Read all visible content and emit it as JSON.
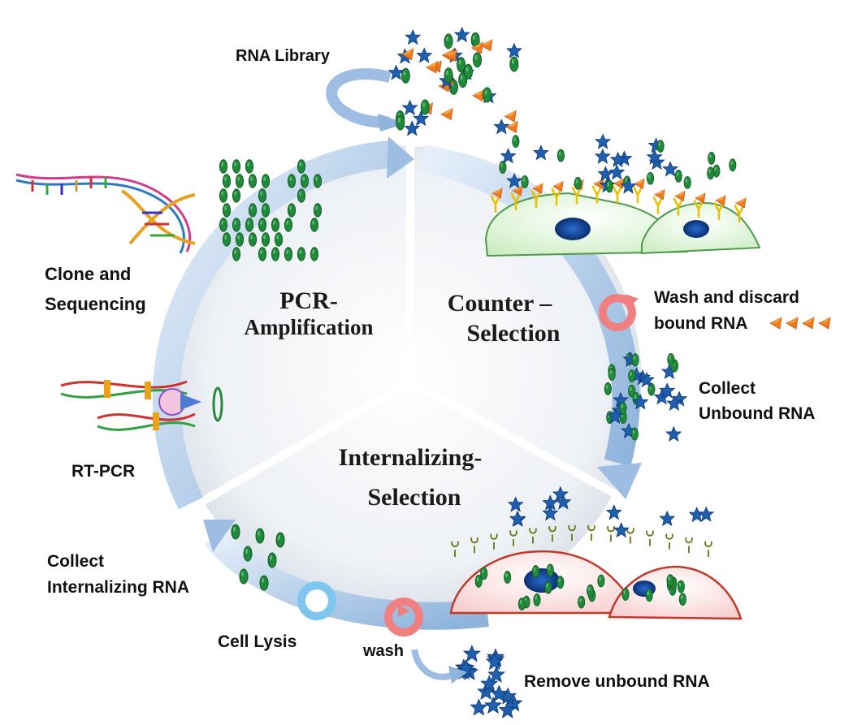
{
  "stages": {
    "pcr": {
      "line1": "PCR-",
      "line2": "Amplification"
    },
    "counter": {
      "line1": "Counter –",
      "line2": "Selection"
    },
    "internal": {
      "line1": "Internalizing-",
      "line2": "Selection"
    }
  },
  "labels": {
    "rna_library": "RNA Library",
    "clone_line1": "Clone and",
    "clone_line2": "Sequencing",
    "rt_pcr": "RT-PCR",
    "wash_discard_line1": "Wash and discard",
    "wash_discard_line2": "bound RNA",
    "collect_unbound_line1": "Collect",
    "collect_unbound_line2": "Unbound RNA",
    "collect_internal_line1": "Collect",
    "collect_internal_line2": "Internalizing  RNA",
    "cell_lysis": "Cell Lysis",
    "wash": "wash",
    "remove_unbound": "Remove unbound RNA"
  },
  "colors": {
    "arrow": "#a9c6e6",
    "rna_green": "#1f8a3a",
    "star_blue": "#1f5fae",
    "triangle_orange": "#f07a1f",
    "control_cell": "#dff3d9",
    "target_cell": "#fbe3e3",
    "nucleus": "#0f3f8c",
    "wash_ring": "#f08080",
    "lysis_ring": "#7fc6ee"
  }
}
